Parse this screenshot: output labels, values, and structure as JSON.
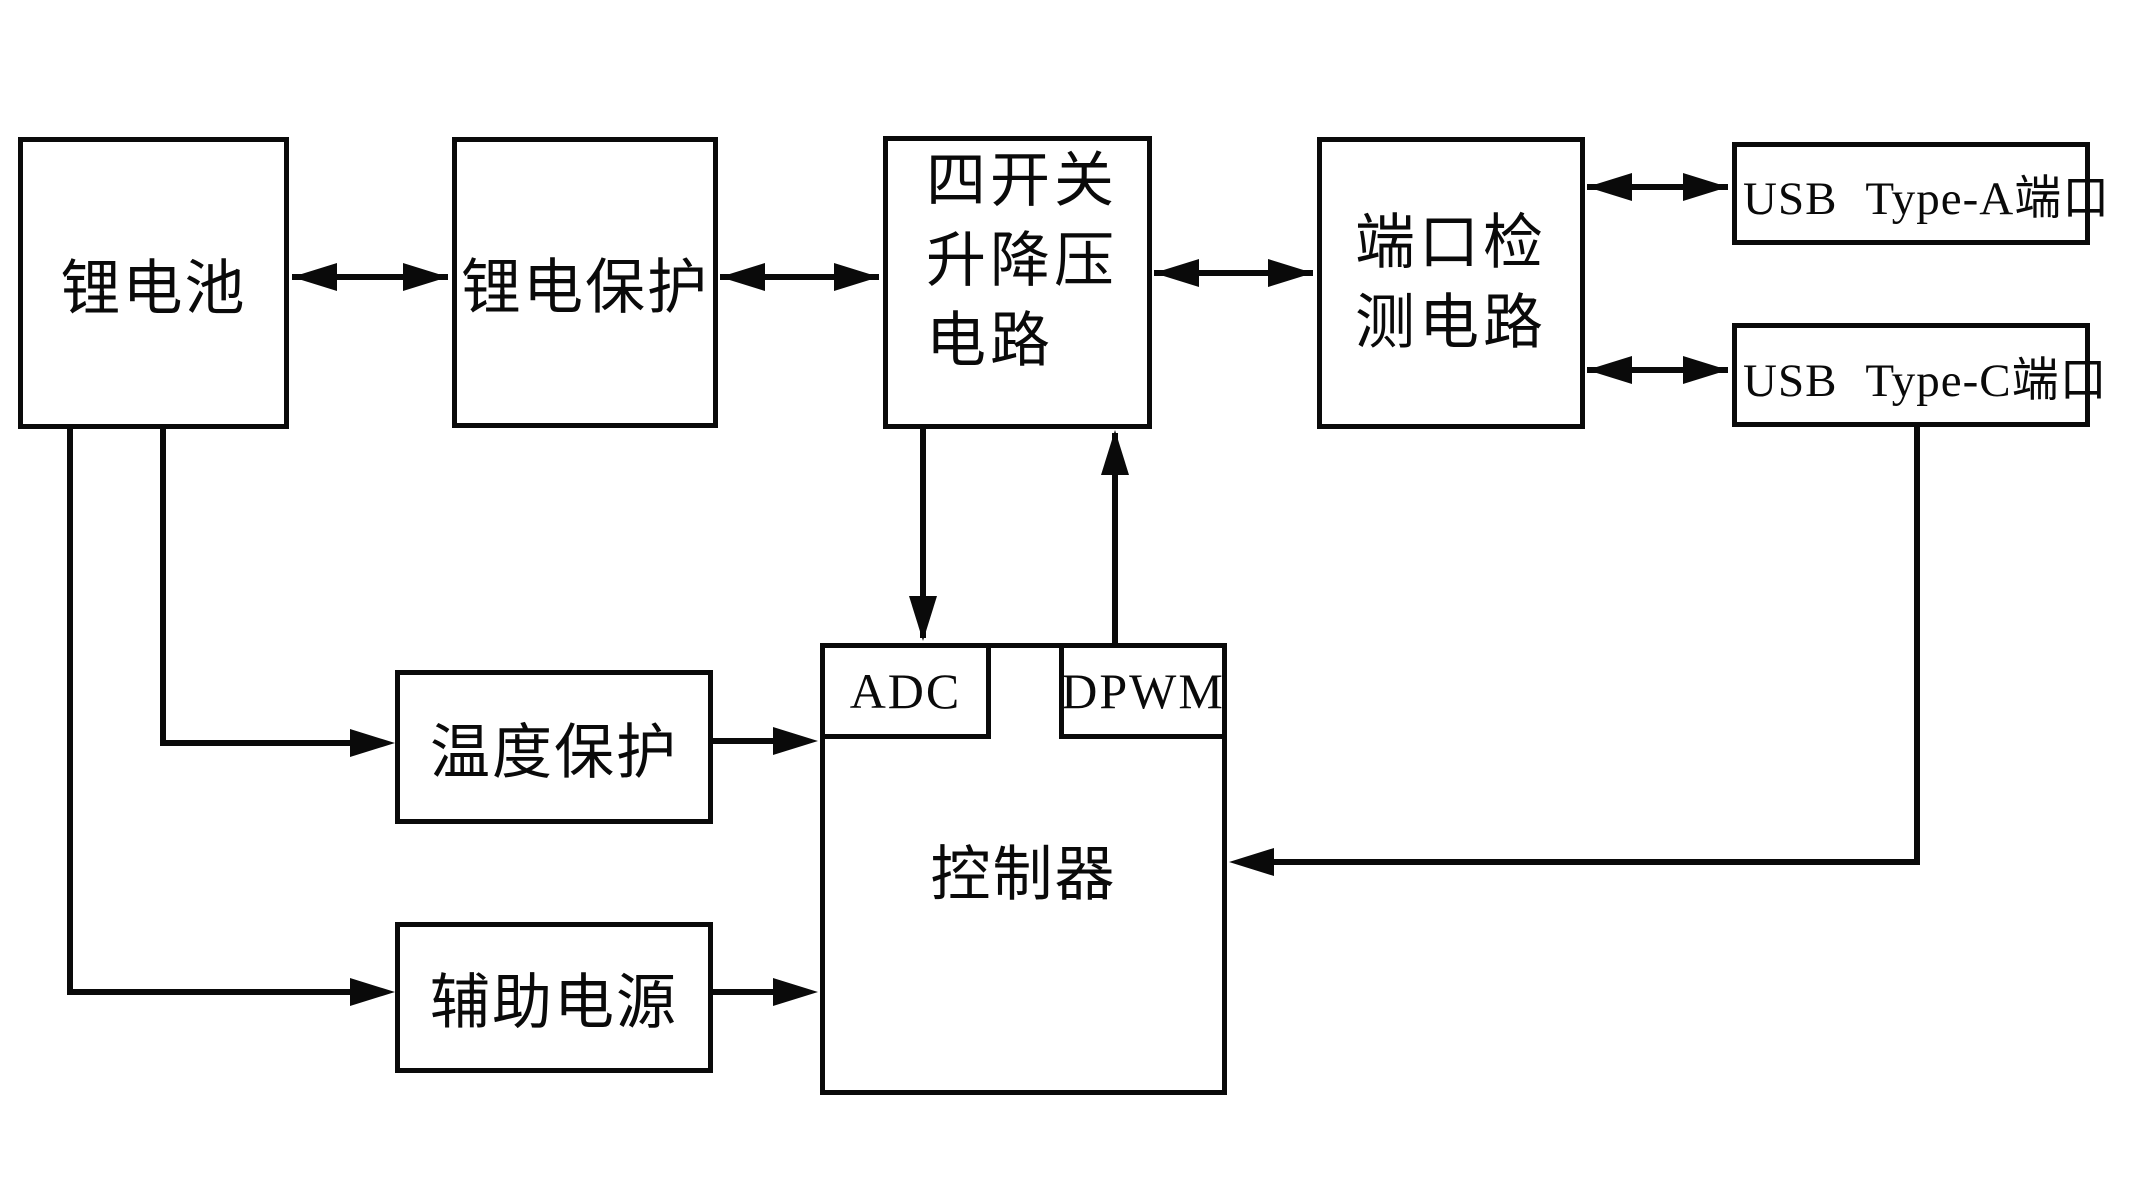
{
  "diagram": {
    "background": "#ffffff",
    "ink_color": "#0a0a0a",
    "nodes": {
      "battery": {
        "label": "锂电池"
      },
      "battery_protection": {
        "label": "锂电保护"
      },
      "buck_boost": {
        "label_lines": [
          "四开关",
          "升降压",
          "电路"
        ]
      },
      "port_detection": {
        "label_lines": [
          "端口检",
          "测电路"
        ]
      },
      "usb_type_a": {
        "label": "USB Type-A端口"
      },
      "usb_type_c": {
        "label": "USB Type-C端口"
      },
      "temperature_protection": {
        "label": "温度保护"
      },
      "auxiliary_power": {
        "label": "辅助电源"
      },
      "controller": {
        "label": "控制器"
      },
      "adc": {
        "label": "ADC"
      },
      "dpwm": {
        "label": "DPWM"
      }
    },
    "edges": [
      {
        "from": "battery",
        "to": "battery_protection",
        "style": "bidirectional"
      },
      {
        "from": "battery_protection",
        "to": "buck_boost",
        "style": "bidirectional"
      },
      {
        "from": "buck_boost",
        "to": "port_detection",
        "style": "bidirectional"
      },
      {
        "from": "port_detection",
        "to": "usb_type_a",
        "style": "bidirectional"
      },
      {
        "from": "port_detection",
        "to": "usb_type_c",
        "style": "bidirectional"
      },
      {
        "from": "buck_boost",
        "to": "adc",
        "style": "arrow"
      },
      {
        "from": "dpwm",
        "to": "buck_boost",
        "style": "arrow"
      },
      {
        "from": "battery",
        "to": "temperature_protection",
        "style": "arrow"
      },
      {
        "from": "temperature_protection",
        "to": "controller",
        "style": "arrow"
      },
      {
        "from": "battery",
        "to": "auxiliary_power",
        "style": "arrow"
      },
      {
        "from": "auxiliary_power",
        "to": "controller",
        "style": "arrow"
      },
      {
        "from": "usb_type_c",
        "to": "controller",
        "style": "arrow"
      }
    ]
  }
}
